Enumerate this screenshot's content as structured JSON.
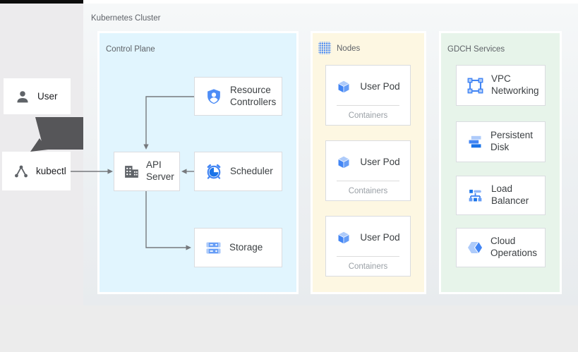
{
  "colors": {
    "accent_blue": "#4285f4",
    "dark_blue": "#1a73e8",
    "light_blue": "#aecbfa",
    "panel_blue": "#e1f5fe",
    "panel_yellow": "#fdf7e2",
    "panel_green": "#e7f4ea",
    "icon_gray": "#5f6368",
    "connector_gray": "#757575",
    "left_column_gray": "#ecebed"
  },
  "actors": {
    "user": {
      "label": "User",
      "icon": "user-icon"
    },
    "kubectl": {
      "label": "kubectl",
      "icon": "kubectl-icon"
    }
  },
  "cluster": {
    "label": "Kubernetes Cluster",
    "control_plane": {
      "label": "Control Plane",
      "cards": [
        {
          "label": "Resource Controllers",
          "icon": "resource-controllers-icon"
        },
        {
          "label": "API Server",
          "icon": "api-server-icon"
        },
        {
          "label": "Scheduler",
          "icon": "scheduler-icon"
        },
        {
          "label": "Storage",
          "icon": "storage-icon"
        }
      ]
    },
    "nodes": {
      "label": "Nodes",
      "icon": "nodes-grid-icon",
      "pods": [
        {
          "label": "User Pod",
          "sublabel": "Containers",
          "icon": "pod-cube-icon"
        },
        {
          "label": "User Pod",
          "sublabel": "Containers",
          "icon": "pod-cube-icon"
        },
        {
          "label": "User Pod",
          "sublabel": "Containers",
          "icon": "pod-cube-icon"
        }
      ]
    },
    "gdch": {
      "label": "GDCH Services",
      "cards": [
        {
          "label": "VPC Networking",
          "icon": "vpc-networking-icon"
        },
        {
          "label": "Persistent Disk",
          "icon": "persistent-disk-icon"
        },
        {
          "label": "Load Balancer",
          "icon": "load-balancer-icon"
        },
        {
          "label": "Cloud Operations",
          "icon": "cloud-operations-icon"
        }
      ]
    }
  }
}
